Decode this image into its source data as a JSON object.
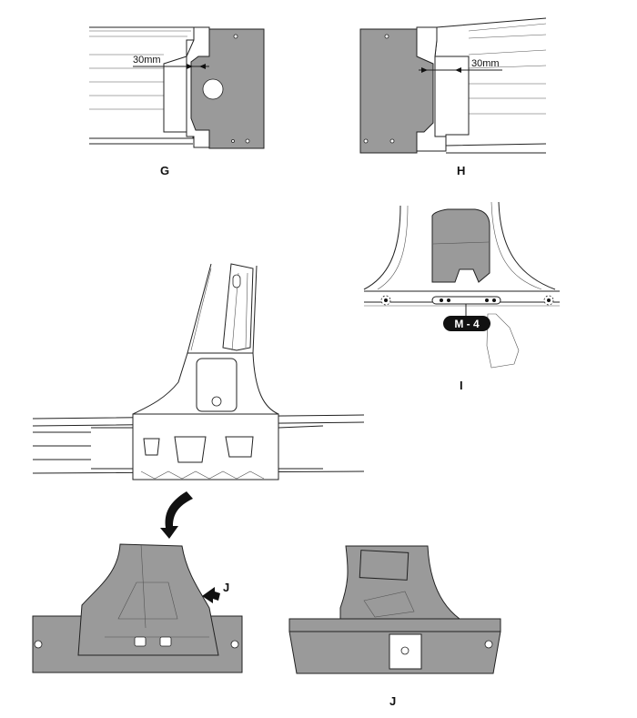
{
  "views": {
    "g": {
      "label": "G",
      "dimension": "30mm"
    },
    "h": {
      "label": "H",
      "dimension": "30mm"
    },
    "i": {
      "label": "I",
      "callout": "M - 4"
    },
    "j_arrow": {
      "label": "J"
    },
    "j": {
      "label": "J"
    }
  },
  "colors": {
    "panel": "#9a9a9a",
    "line": "#222222",
    "callout_bg": "#111111"
  }
}
